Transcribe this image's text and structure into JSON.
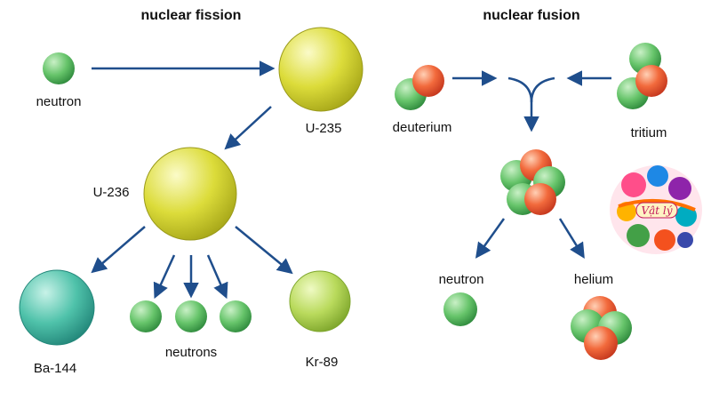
{
  "fission": {
    "title": "nuclear fission",
    "labels": {
      "neutron": "neutron",
      "u235": "U-235",
      "u236": "U-236",
      "ba144": "Ba-144",
      "neutrons": "neutrons",
      "kr89": "Kr-89"
    }
  },
  "fusion": {
    "title": "nuclear fusion",
    "labels": {
      "deuterium": "deuterium",
      "tritium": "tritium",
      "neutron": "neutron",
      "helium": "helium"
    }
  },
  "logo": {
    "text": "Vật lý"
  },
  "colors": {
    "arrow": "#1f4e8c",
    "uranium": "#d9d935",
    "barium": "#4fc2aa",
    "krypton": "#b7d85a",
    "neutron": "#66c46a",
    "proton": "#ef5d3a"
  }
}
